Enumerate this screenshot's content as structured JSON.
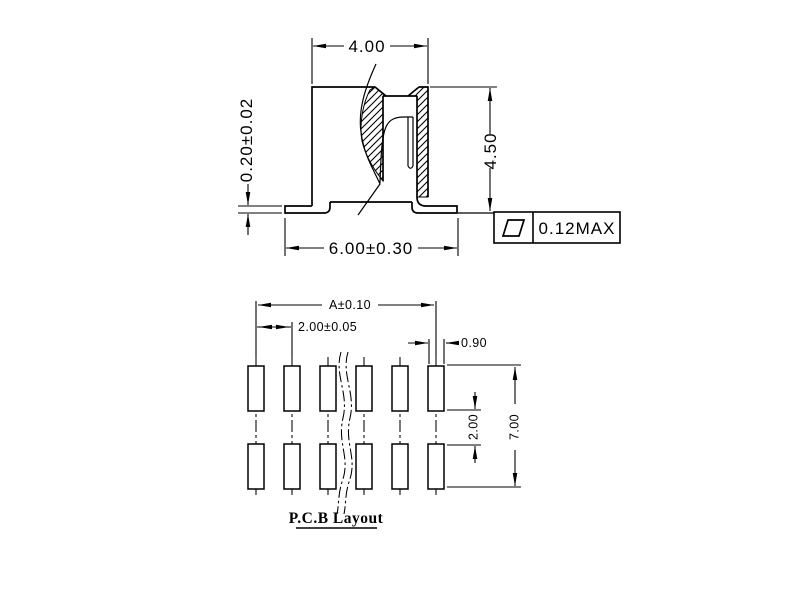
{
  "page": {
    "background": "#ffffff",
    "line_color": "#000000"
  },
  "section_view": {
    "name": "component cross-section view",
    "labels": {
      "top_width": "4.00",
      "lead_thickness": "0.20±0.02",
      "body_height": "4.50",
      "lead_span": "6.00±0.30",
      "coplanarity_value": "0.12MAX",
      "coplanarity_symbol": "flatness-parallelogram"
    }
  },
  "pcb_layout": {
    "title": "P.C.B Layout",
    "labels": {
      "overall_width": "A±0.10",
      "pad_pitch": "2.00±0.05",
      "pad_width": "0.90",
      "row_gap": "2.00",
      "overall_height": "7.00"
    },
    "pads": {
      "columns": 6,
      "rows": 2
    }
  }
}
